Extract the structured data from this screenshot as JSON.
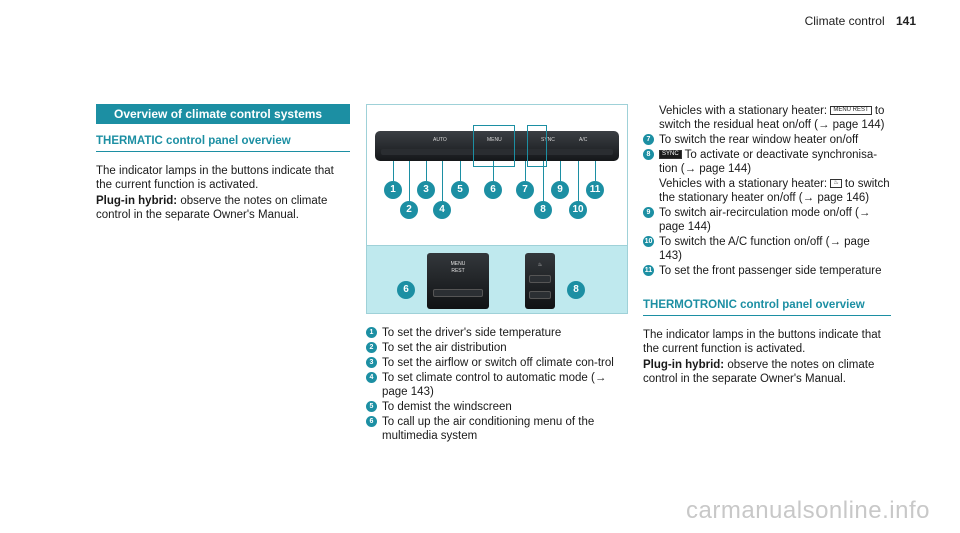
{
  "header": {
    "title": "Climate control",
    "page": "141"
  },
  "left": {
    "section_title": "Overview of climate control systems",
    "subheading": "THERMATIC control panel overview",
    "intro": "The indicator lamps in the buttons indicate that the current function is activated.",
    "hybrid_label": "Plug-in hybrid:",
    "hybrid_text": " observe the notes on climate control in the separate Owner's Manual."
  },
  "figure": {
    "panel_labels": [
      "AUTO",
      "MENU",
      "SYNC",
      "A/C"
    ],
    "zoom_menu": [
      "MENU",
      "REST"
    ],
    "callouts": [
      "1",
      "2",
      "3",
      "4",
      "5",
      "6",
      "7",
      "8",
      "9",
      "10",
      "11"
    ]
  },
  "list": [
    {
      "n": "1",
      "text": "To set the driver's side temperature"
    },
    {
      "n": "2",
      "text": "To set the air distribution"
    },
    {
      "n": "3",
      "text": "To set the airflow or switch off climate con-trol"
    },
    {
      "n": "4",
      "text": "To set climate control to automatic mode (→ page 143)"
    },
    {
      "n": "5",
      "text": "To demist the windscreen"
    },
    {
      "n": "6",
      "text": "To call up the air conditioning menu of the multimedia system"
    }
  ],
  "right": {
    "heater_a_pre": "Vehicles with a stationary heater: ",
    "heater_a_key": "MENU REST",
    "heater_a_post": " to switch the residual heat on/off (→ page 144)",
    "item7": {
      "n": "7",
      "text": "To switch the rear window heater on/off"
    },
    "item8_key": "SYNC",
    "item8": {
      "n": "8",
      "text": " To activate or deactivate synchronisa-tion (→ page 144)"
    },
    "heater_b_pre": "Vehicles with a stationary heater: ",
    "heater_b_key": "♨",
    "heater_b_post": " to switch the stationary heater on/off (→ page 146)",
    "item9": {
      "n": "9",
      "text": "To switch air-recirculation mode on/off (→ page 144)"
    },
    "item10": {
      "n": "10",
      "text": "To switch the A/C function on/off (→ page 143)"
    },
    "item11": {
      "n": "11",
      "text": "To set the front passenger side temperature"
    },
    "subheading2": "THERMOTRONIC control panel overview",
    "intro2": "The indicator lamps in the buttons indicate that the current function is activated.",
    "hybrid_label2": "Plug-in hybrid:",
    "hybrid_text2": " observe the notes on climate control in the separate Owner's Manual."
  },
  "watermark": "carmanualsonline.info"
}
